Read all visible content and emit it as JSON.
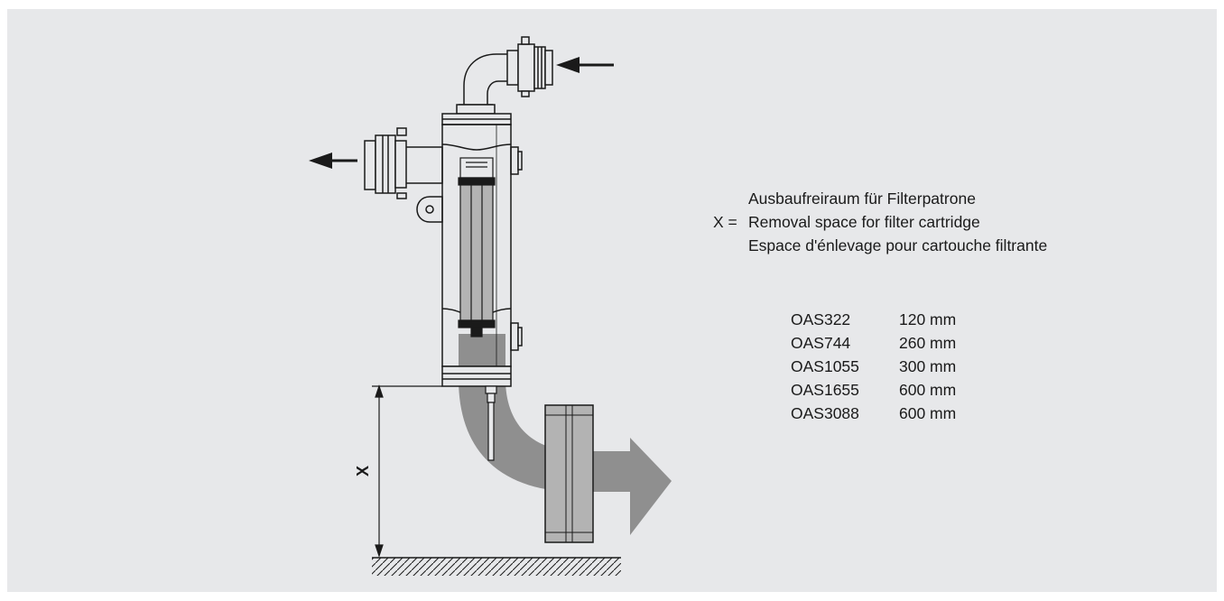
{
  "drawing": {
    "dimension_label": "X"
  },
  "legend": {
    "prefix": "X =",
    "lines": [
      "Ausbaufreiraum für Filterpatrone",
      "Removal space for filter cartridge",
      "Espace d'énlevage pour cartouche filtrante"
    ]
  },
  "models": [
    {
      "model": "OAS322",
      "space": "120 mm"
    },
    {
      "model": "OAS744",
      "space": "260 mm"
    },
    {
      "model": "OAS1055",
      "space": "300 mm"
    },
    {
      "model": "OAS1655",
      "space": "600 mm"
    },
    {
      "model": "OAS3088",
      "space": "600 mm"
    }
  ],
  "colors": {
    "panel_background": "#e7e8ea",
    "removal_arrow": "#8f8f8f",
    "line": "#1a1a1a"
  }
}
